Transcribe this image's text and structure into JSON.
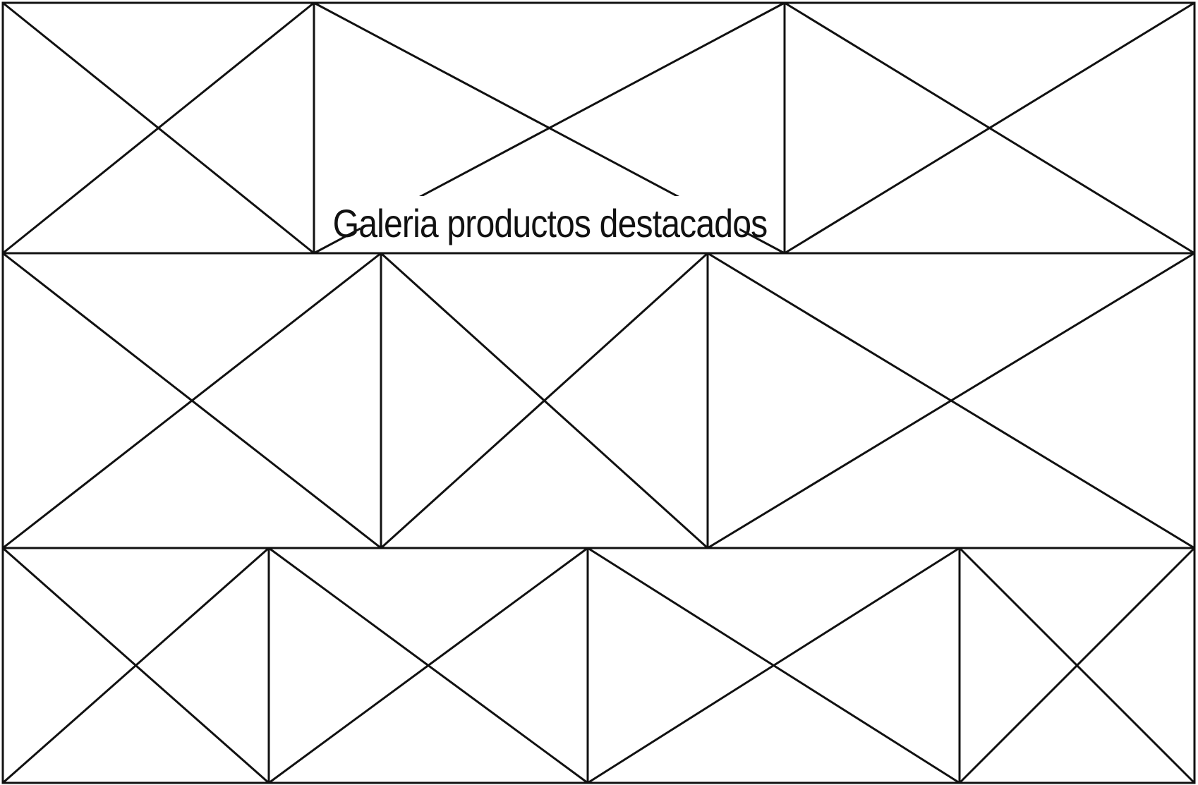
{
  "gallery": {
    "caption": "Galeria productos destacados",
    "rows": [
      {
        "name": "row-1",
        "placeholder_count": 3
      },
      {
        "name": "row-2",
        "placeholder_count": 3
      },
      {
        "name": "row-3",
        "placeholder_count": 4
      }
    ]
  },
  "colors": {
    "stroke": "#111111",
    "background": "#ffffff"
  },
  "icons": {
    "placeholder": "image-placeholder-icon"
  }
}
